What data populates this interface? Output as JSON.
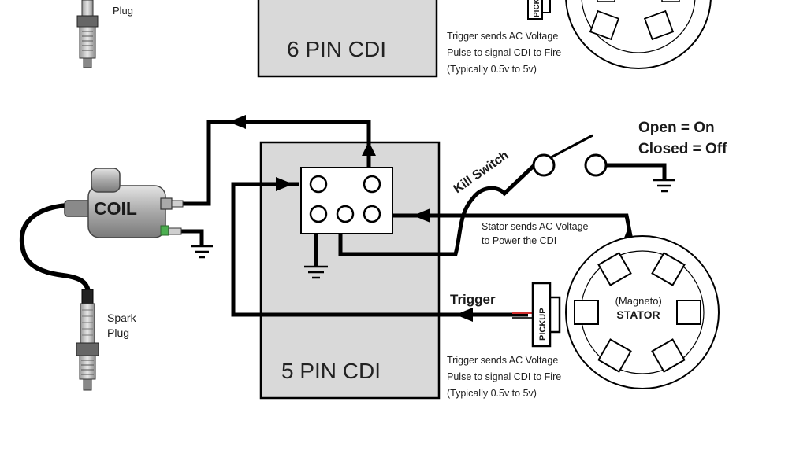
{
  "top": {
    "plug_label": "Plug",
    "cdi_title": "6 PIN CDI",
    "pickup_label": "PICKUP",
    "trigger_note": [
      "Trigger sends AC Voltage",
      "Pulse to signal CDI to Fire",
      "(Typically 0.5v to 5v)"
    ]
  },
  "main": {
    "coil_label": "COIL",
    "spark_plug_label": [
      "Spark",
      "Plug"
    ],
    "cdi_title": "5 PIN CDI",
    "kill_switch_label": "Kill Switch",
    "switch_legend": [
      "Open = On",
      "Closed = Off"
    ],
    "stator_note": [
      "Stator sends AC Voltage",
      "to Power the CDI"
    ],
    "trigger_label": "Trigger",
    "pickup_label": "PICKUP",
    "stator_label": [
      "(Magneto)",
      "STATOR"
    ],
    "trigger_note": [
      "Trigger sends AC Voltage",
      "Pulse to signal CDI to Fire",
      "(Typically 0.5v to 5v)"
    ]
  },
  "colors": {
    "wire": "#000000",
    "cdi_box": "#d9d9d9",
    "coil_body": "#b8b8b8",
    "pickup_wire": "#d03030"
  }
}
